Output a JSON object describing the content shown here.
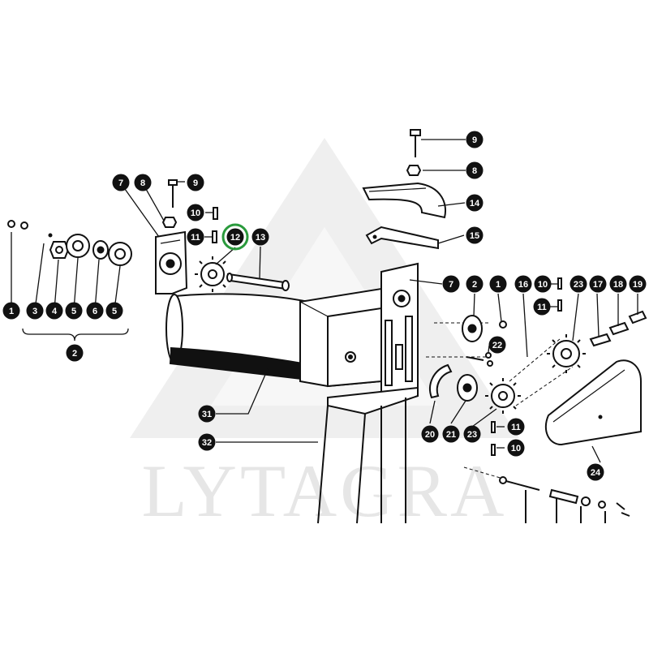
{
  "watermark": {
    "text": "LYTAGRA"
  },
  "highlight": {
    "part_label": "12",
    "color": "#2a9a3c"
  },
  "callouts": [
    {
      "id": "c-1-left",
      "label": "1"
    },
    {
      "id": "c-3",
      "label": "3"
    },
    {
      "id": "c-4",
      "label": "4"
    },
    {
      "id": "c-5a",
      "label": "5"
    },
    {
      "id": "c-6",
      "label": "6"
    },
    {
      "id": "c-5b",
      "label": "5"
    },
    {
      "id": "c-2-left",
      "label": "2"
    },
    {
      "id": "c-7-left",
      "label": "7"
    },
    {
      "id": "c-8-left",
      "label": "8"
    },
    {
      "id": "c-9-left",
      "label": "9"
    },
    {
      "id": "c-10-left",
      "label": "10"
    },
    {
      "id": "c-11-left",
      "label": "11"
    },
    {
      "id": "c-12",
      "label": "12"
    },
    {
      "id": "c-13",
      "label": "13"
    },
    {
      "id": "c-9-top",
      "label": "9"
    },
    {
      "id": "c-8-top",
      "label": "8"
    },
    {
      "id": "c-14",
      "label": "14"
    },
    {
      "id": "c-15",
      "label": "15"
    },
    {
      "id": "c-7-right",
      "label": "7"
    },
    {
      "id": "c-2-right",
      "label": "2"
    },
    {
      "id": "c-1-right",
      "label": "1"
    },
    {
      "id": "c-16",
      "label": "16"
    },
    {
      "id": "c-10-right",
      "label": "10"
    },
    {
      "id": "c-11-right",
      "label": "11"
    },
    {
      "id": "c-23-top",
      "label": "23"
    },
    {
      "id": "c-17",
      "label": "17"
    },
    {
      "id": "c-18",
      "label": "18"
    },
    {
      "id": "c-19",
      "label": "19"
    },
    {
      "id": "c-22",
      "label": "22"
    },
    {
      "id": "c-20",
      "label": "20"
    },
    {
      "id": "c-21",
      "label": "21"
    },
    {
      "id": "c-23-bottom",
      "label": "23"
    },
    {
      "id": "c-11-bottom",
      "label": "11"
    },
    {
      "id": "c-10-bottom",
      "label": "10"
    },
    {
      "id": "c-24",
      "label": "24"
    },
    {
      "id": "c-31",
      "label": "31"
    },
    {
      "id": "c-32",
      "label": "32"
    }
  ]
}
